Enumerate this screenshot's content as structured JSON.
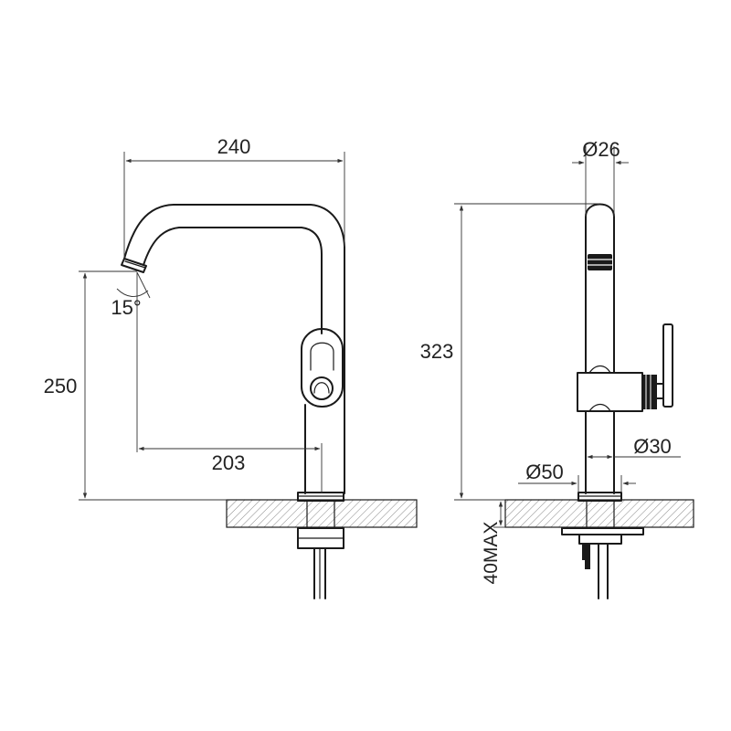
{
  "views": {
    "front": {
      "dim_width": "240",
      "dim_height": "250",
      "dim_reach": "203",
      "dim_angle": "15°"
    },
    "side": {
      "dim_spout_dia": "Ø26",
      "dim_height": "323",
      "dim_body_dia": "Ø30",
      "dim_base_dia": "Ø50",
      "dim_counter_max": "40MAX"
    }
  },
  "colors": {
    "line": "#1a1a1a",
    "hatch": "#666666",
    "background": "#ffffff"
  }
}
